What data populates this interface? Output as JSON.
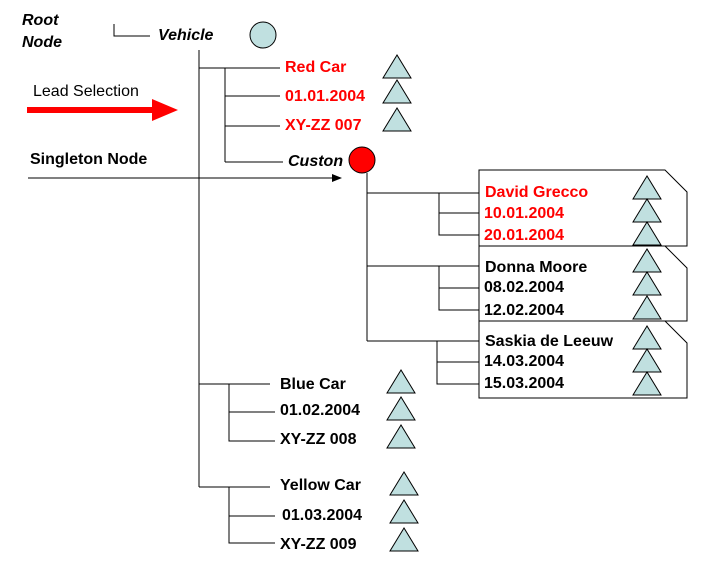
{
  "colors": {
    "red": "#ff0000",
    "node_fill": "#c0e0e0",
    "line": "#000000"
  },
  "labels": {
    "root_node": "Root\nNode",
    "vehicle": "Vehicle",
    "lead_selection": "Lead Selection",
    "singleton_node": "Singleton Node",
    "customer": "Custon"
  },
  "cars": [
    {
      "name": "Red Car",
      "date": "01.01.2004",
      "plate": "XY-ZZ 007",
      "highlight": true
    },
    {
      "name": "Blue Car",
      "date": "01.02.2004",
      "plate": "XY-ZZ 008",
      "highlight": false
    },
    {
      "name": "Yellow Car",
      "date": "01.03.2004",
      "plate": "XY-ZZ 009",
      "highlight": false
    }
  ],
  "customers": [
    {
      "name": "David Grecco",
      "dates": [
        "10.01.2004",
        "20.01.2004"
      ],
      "highlight": true
    },
    {
      "name": "Donna Moore",
      "dates": [
        "08.02.2004",
        "12.02.2004"
      ],
      "highlight": false
    },
    {
      "name": "Saskia de Leeuw",
      "dates": [
        "14.03.2004",
        "15.03.2004"
      ],
      "highlight": false
    }
  ]
}
